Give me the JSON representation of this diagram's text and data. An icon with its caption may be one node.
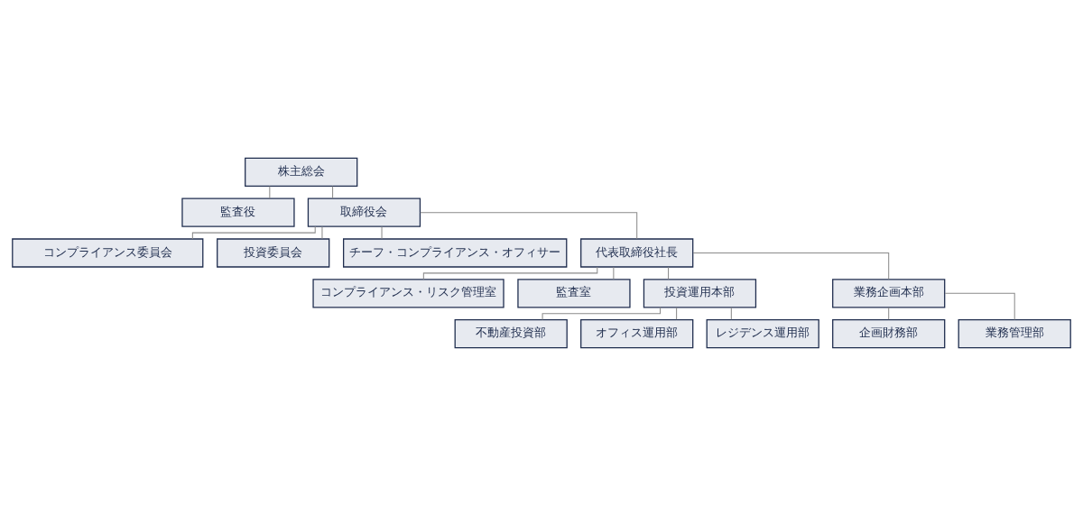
{
  "diagram": {
    "nodes": [
      {
        "text": [
          "株主総会"
        ]
      },
      {
        "text": [
          "監査役"
        ]
      },
      {
        "text": [
          "取締役会"
        ]
      },
      {
        "text": [
          "コンプライアンス委員会"
        ]
      },
      {
        "text": [
          "投資委員会"
        ]
      },
      {
        "text": [
          "チーフ・コンプライアンス・オフィサー"
        ]
      },
      {
        "text": [
          "代表取締役社長"
        ]
      },
      {
        "text": [
          "コンプライアンス・リスク管理室"
        ]
      },
      {
        "text": [
          "監査室"
        ]
      },
      {
        "text": [
          "投資運用本部"
        ]
      },
      {
        "text": [
          "業務企画本部"
        ]
      },
      {
        "text": [
          "不動産投資部"
        ]
      },
      {
        "text": [
          "オフィス運用部"
        ]
      },
      {
        "text": [
          "レジデンス運用部"
        ]
      },
      {
        "text": [
          "企画財務部"
        ]
      },
      {
        "text": [
          "業務管理部"
        ]
      }
    ],
    "edges": [
      {
        "from": 0,
        "to": 2,
        "arrow": "none"
      },
      {
        "from": 0,
        "to": 1,
        "arrow": "none"
      },
      {
        "from": 2,
        "to": 3,
        "arrow": "none"
      },
      {
        "from": 2,
        "to": 4,
        "arrow": "none"
      },
      {
        "from": 2,
        "to": 5,
        "arrow": "none"
      },
      {
        "from": 2,
        "to": 6,
        "arrow": "none"
      },
      {
        "from": 6,
        "to": 7,
        "arrow": "none"
      },
      {
        "from": 6,
        "to": 8,
        "arrow": "none"
      },
      {
        "from": 6,
        "to": 9,
        "arrow": "none"
      },
      {
        "from": 6,
        "to": 10,
        "arrow": "none"
      },
      {
        "from": 9,
        "to": 11,
        "arrow": "none"
      },
      {
        "from": 9,
        "to": 12,
        "arrow": "none"
      },
      {
        "from": 9,
        "to": 13,
        "arrow": "none"
      },
      {
        "from": 10,
        "to": 14,
        "arrow": "none"
      },
      {
        "from": 10,
        "to": 15,
        "arrow": "none"
      }
    ]
  }
}
